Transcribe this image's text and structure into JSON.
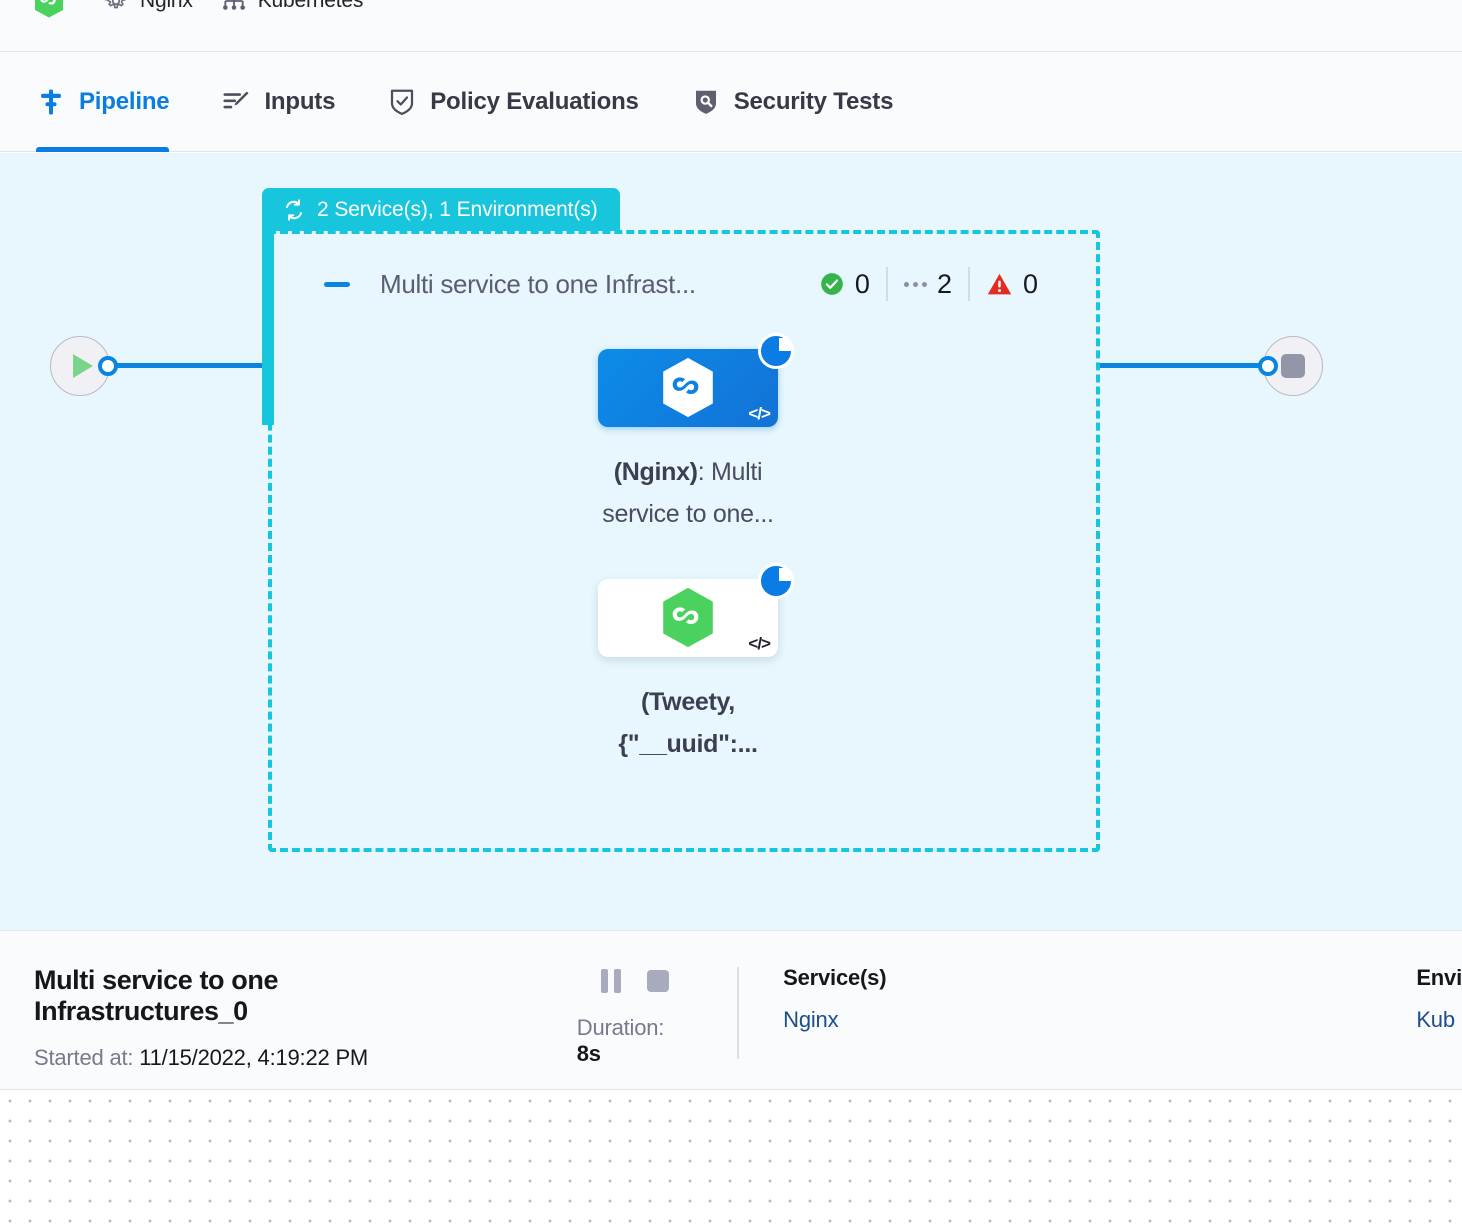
{
  "breadcrumb": {
    "items": [
      {
        "icon": "harness-hexagon-logo",
        "label": ""
      },
      {
        "icon": "gear-icon",
        "label": "Nginx"
      },
      {
        "icon": "infrastructure-icon",
        "label": "Kubernetes"
      }
    ]
  },
  "tabs": [
    {
      "id": "pipeline",
      "label": "Pipeline",
      "icon": "pipeline-icon",
      "active": true
    },
    {
      "id": "inputs",
      "label": "Inputs",
      "icon": "inputs-icon",
      "active": false
    },
    {
      "id": "policy-evaluations",
      "label": "Policy Evaluations",
      "icon": "shield-check-icon",
      "active": false
    },
    {
      "id": "security-tests",
      "label": "Security Tests",
      "icon": "shield-scan-icon",
      "active": false
    }
  ],
  "canvas": {
    "start_node": {
      "name": "start-node",
      "icon": "play-icon"
    },
    "end_node": {
      "name": "end-node",
      "icon": "stop-icon"
    },
    "group": {
      "badge": "2 Service(s), 1 Environment(s)",
      "badge_icon": "loop-icon",
      "title": "Multi service to one Infrast...",
      "counts": {
        "success": "0",
        "pending": "2",
        "failed": "0"
      },
      "steps": [
        {
          "id": "nginx",
          "label_bold": "(Nginx)",
          "label_rest": ": Multi service to one...",
          "icon": "harness-hexagon-logo",
          "code_mark": "</>",
          "status": "running"
        },
        {
          "id": "tweety",
          "label_bold": "(Tweety, {\"__uuid\":...",
          "label_rest": "",
          "icon": "harness-hexagon-logo-green",
          "code_mark": "</>",
          "status": "running"
        }
      ]
    },
    "colors": {
      "background": "#e7f7fd",
      "group_accent": "#17c6dd",
      "edge": "#0b86e0",
      "active_blue": "#0b7ce4"
    }
  },
  "details": {
    "title": "Multi service to one Infrastructures_0",
    "started_label": "Started at:",
    "started_value": "11/15/2022, 4:19:22 PM",
    "pause_icon": "pause-icon",
    "stop_icon": "stop-icon",
    "duration_label": "Duration:",
    "duration_value": "8s",
    "services": {
      "heading": "Service(s)",
      "value": "Nginx"
    },
    "environments": {
      "heading": "Envi",
      "value": "Kub"
    }
  }
}
